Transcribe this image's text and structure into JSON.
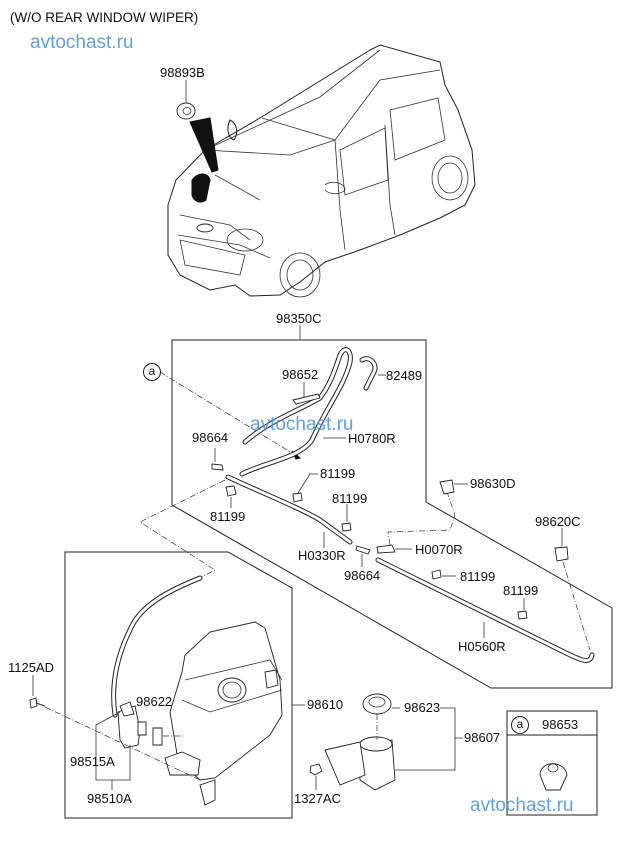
{
  "header": {
    "title": "(W/O REAR WINDOW WIPER)"
  },
  "watermarks": [
    "avtochast.ru",
    "avtochast.ru",
    "avtochast.ru"
  ],
  "callouts": {
    "p98893B": "98893B",
    "p98350C": "98350C",
    "p98652": "98652",
    "p82489": "82489",
    "p98664a": "98664",
    "pH0780R": "H0780R",
    "p81199a": "81199",
    "p81199b": "81199",
    "p81199c": "81199",
    "p98630D": "98630D",
    "pH0330R": "H0330R",
    "pH0070R": "H0070R",
    "p98664b": "98664",
    "p98620C": "98620C",
    "p81199d": "81199",
    "p81199e": "81199",
    "pH0560R": "H0560R",
    "p1125AD": "1125AD",
    "p98622": "98622",
    "p98610": "98610",
    "p98623": "98623",
    "p98607": "98607",
    "p98515A": "98515A",
    "p98510A": "98510A",
    "p1327AC": "1327AC",
    "p98653": "98653"
  },
  "reference_marker": "a",
  "detail_box": {
    "marker": "a",
    "part": "98653"
  }
}
